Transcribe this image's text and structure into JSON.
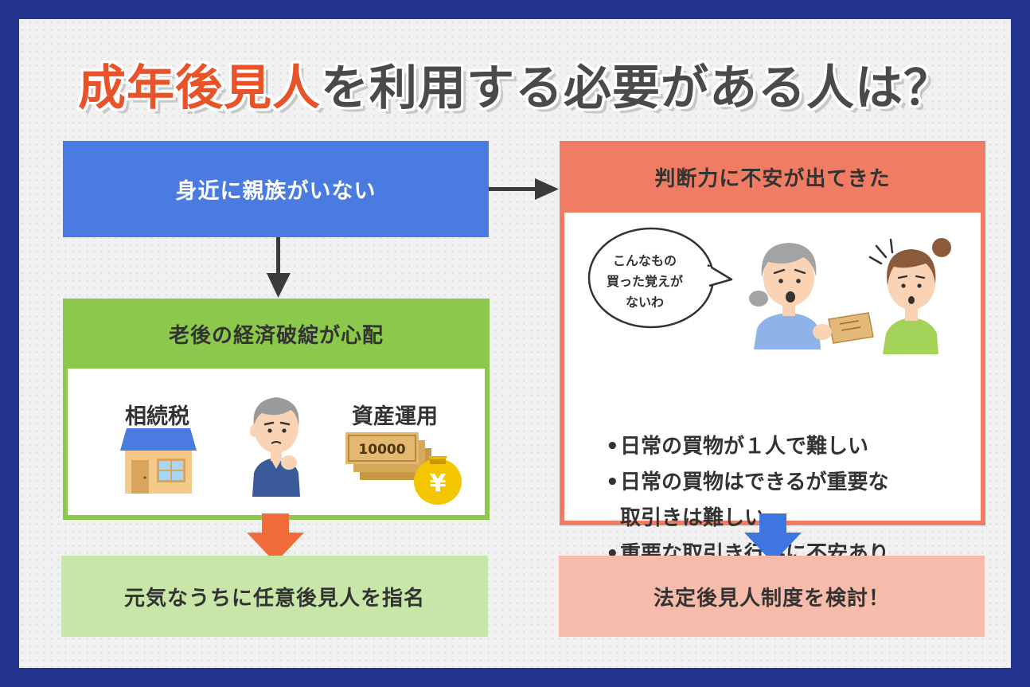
{
  "title": {
    "highlight": "成年後見人",
    "rest": "を利用する必要がある人は？"
  },
  "colors": {
    "frame": "#24358f",
    "blue": "#4a7be0",
    "green": "#8cc84b",
    "light_green": "#c9e6a9",
    "salmon": "#f07c63",
    "light_salmon": "#f6bbaa",
    "orange_arrow": "#f26b3a",
    "blue_arrow": "#3f75e0",
    "title_accent": "#e8532a"
  },
  "left": {
    "top_box": "身近に親族がいない",
    "middle_box": {
      "heading": "老後の経済破綻が心配",
      "items": [
        {
          "label": "相続税",
          "icon": "house-icon"
        },
        {
          "label": "",
          "icon": "worried-elderly-man-icon"
        },
        {
          "label": "資産運用",
          "icon": "money-bag-icon"
        }
      ],
      "banknote_text": "10000",
      "yen_symbol": "¥"
    },
    "result": "元気なうちに任意後見人を指名"
  },
  "right": {
    "heading": "判断力に不安が出てきた",
    "speech_bubble": [
      "こんなもの",
      "買った覚えが",
      "ないわ"
    ],
    "bullets": [
      "日常の買物が１人で難しい",
      "日常の買物はできるが重要な",
      "取引きは難しい",
      "重要な取引き行為に不安あり"
    ],
    "bullet_marks": [
      "•",
      "•",
      "",
      "•"
    ],
    "result": "法定後見人制度を検討！"
  }
}
